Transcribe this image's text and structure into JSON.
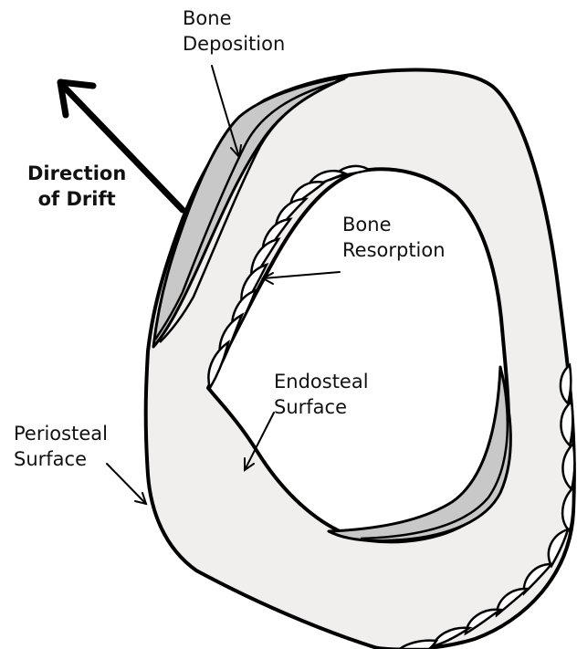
{
  "labels": {
    "bone_deposition": [
      "Bone",
      "Deposition"
    ],
    "direction_of_drift": [
      "Direction",
      "of Drift"
    ],
    "bone_resorption": [
      "Bone",
      "Resorption"
    ],
    "endosteal_surface": [
      "Endosteal",
      "Surface"
    ],
    "periosteal_surface": [
      "Periosteal",
      "Surface"
    ]
  },
  "colors": {
    "bone_cortex": "#f1eeee",
    "deposition_layer": "#c8c8c8",
    "marrow_cavity": "#ffffff",
    "outline": "#000000"
  }
}
